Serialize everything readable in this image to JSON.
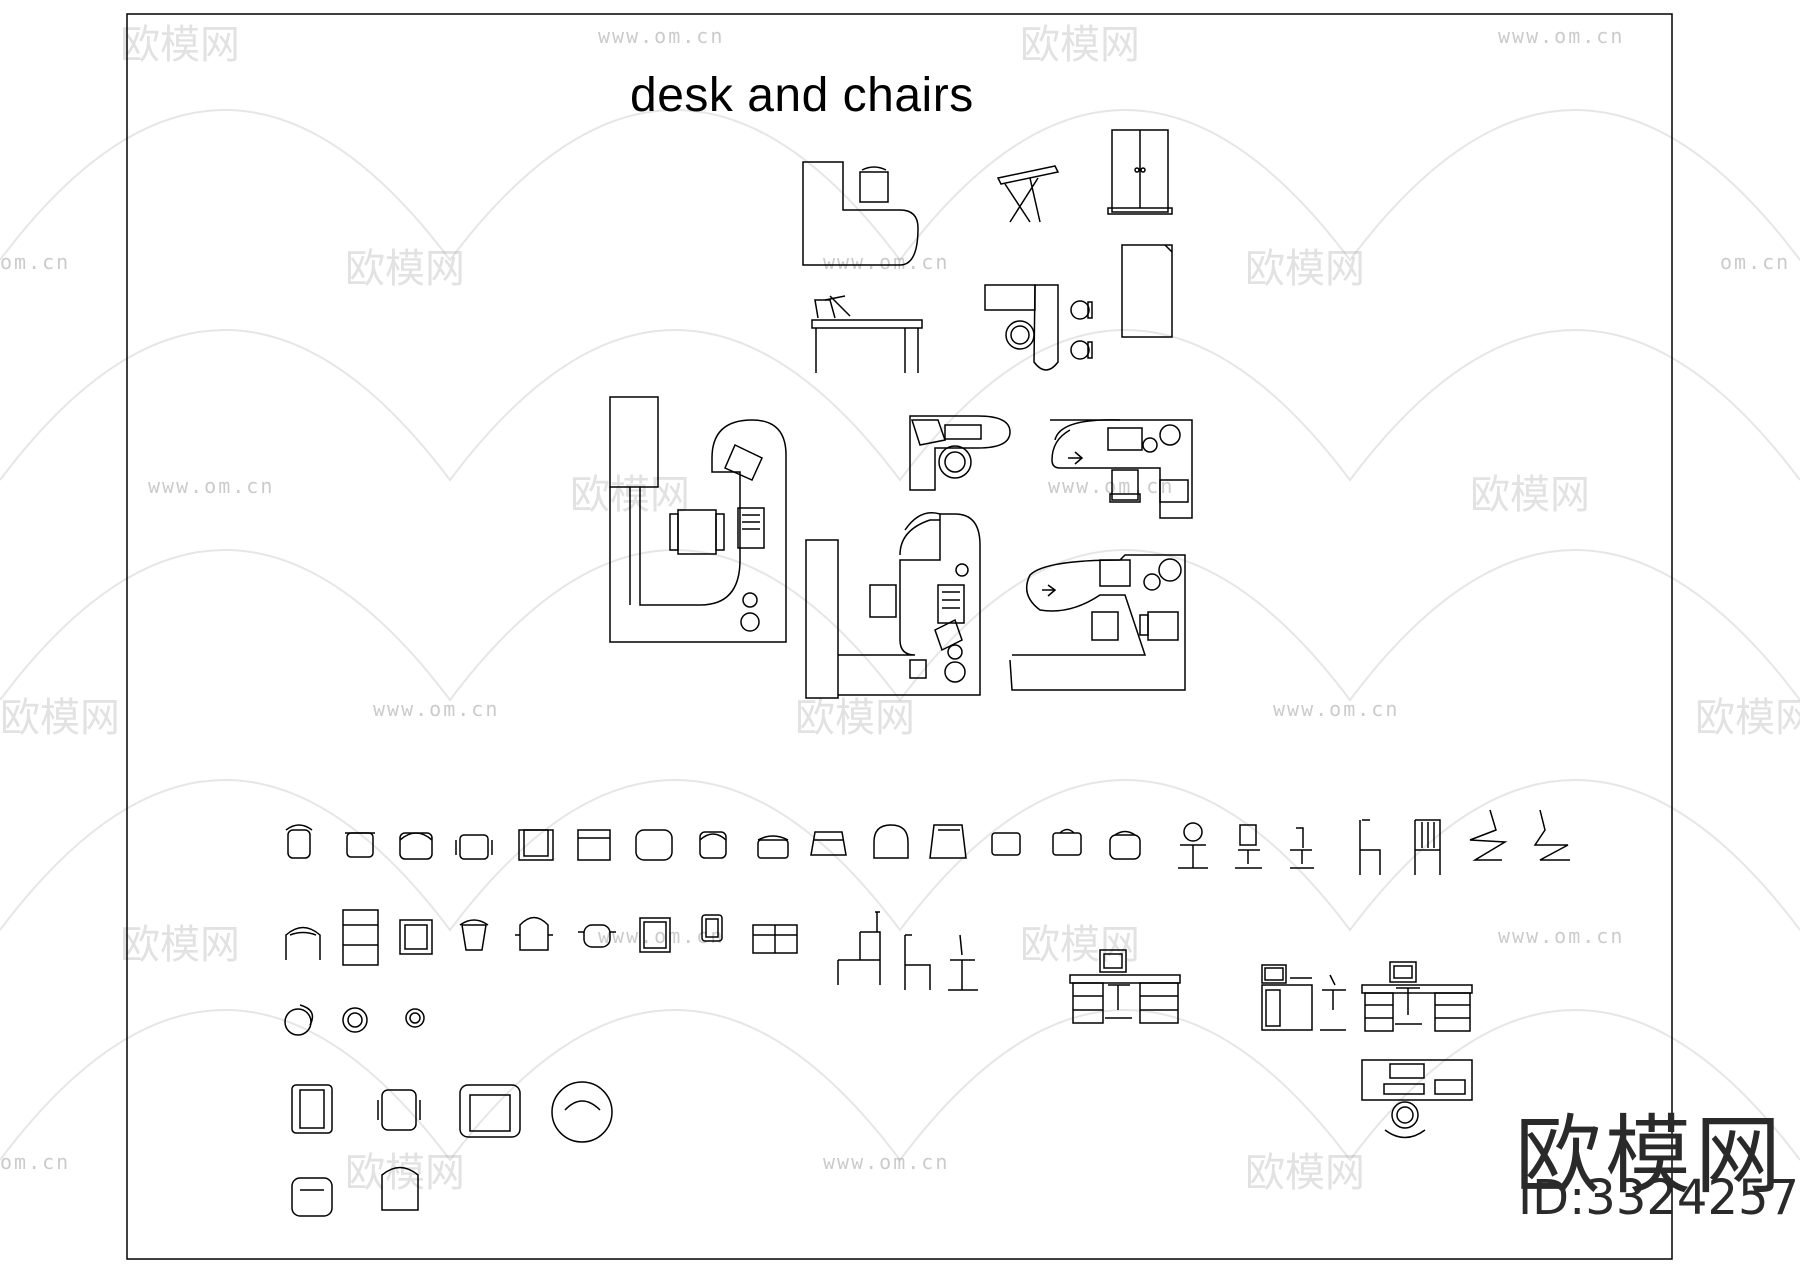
{
  "drawing": {
    "title": "desk and chairs",
    "brand_name": "欧模网",
    "brand_id": "ID:3324257"
  },
  "watermarks": {
    "logo_text": "欧模网",
    "url_text": "www.om.cn",
    "url_short": "om.cn"
  },
  "colors": {
    "ink": "#000000",
    "watermark": "#9a9a9a",
    "brand": "#2a2a2a"
  }
}
